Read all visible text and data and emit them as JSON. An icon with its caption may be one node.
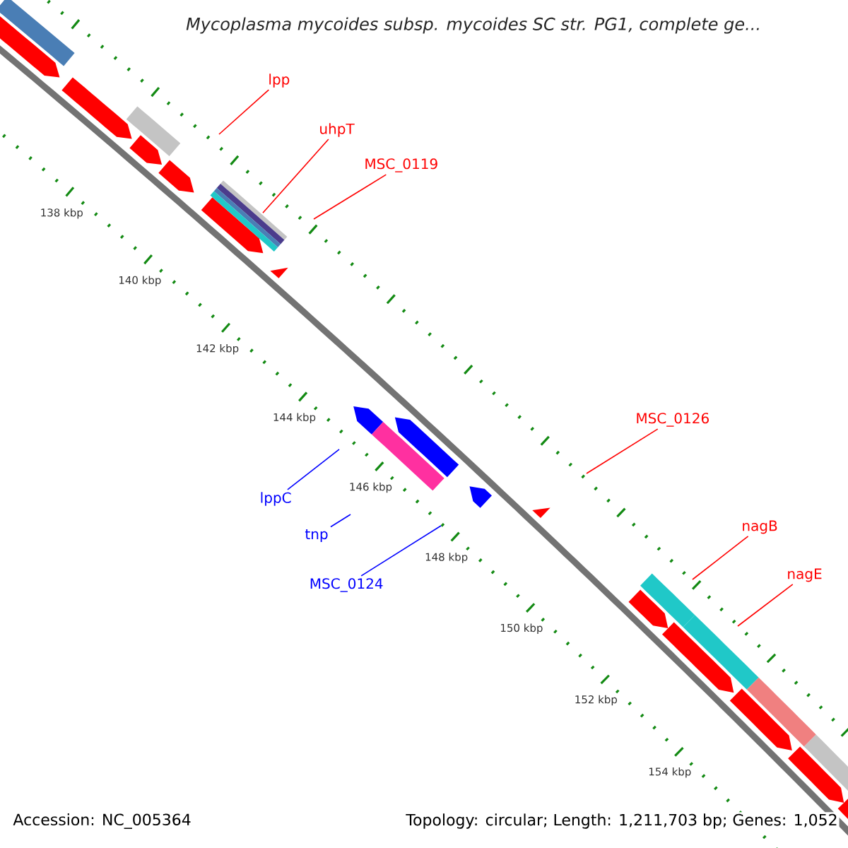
{
  "diagram": {
    "title": "Mycoplasma mycoides subsp. mycoides SC str. PG1, complete ge...",
    "nodes": [
      {
        "text": [
          "lpp"
        ]
      },
      {
        "text": [
          "uhpT"
        ]
      },
      {
        "text": [
          "MSC_0119"
        ]
      },
      {
        "text": [
          "MSC_0126"
        ]
      },
      {
        "text": [
          "lppC"
        ]
      },
      {
        "text": [
          "tnp"
        ]
      },
      {
        "text": [
          "MSC_0124"
        ]
      },
      {
        "text": [
          "nagB"
        ]
      },
      {
        "text": [
          "nagE"
        ]
      },
      {
        "text": [],
        "shape": "bar"
      }
    ],
    "edges": [
      {
        "from": 0,
        "to": null,
        "arrow": "none"
      },
      {
        "from": 1,
        "to": 9,
        "arrow": "none"
      },
      {
        "from": 2,
        "to": null,
        "arrow": "none"
      },
      {
        "from": 3,
        "to": null,
        "arrow": "none"
      },
      {
        "from": 4,
        "to": null,
        "arrow": "none",
        "color": "#0000ff"
      },
      {
        "from": 5,
        "to": null,
        "arrow": "none",
        "color": "#0000ff"
      },
      {
        "from": 6,
        "to": null,
        "arrow": "none",
        "color": "#0000ff"
      },
      {
        "from": 7,
        "to": null,
        "arrow": "none"
      },
      {
        "from": 8,
        "to": null,
        "arrow": "none"
      }
    ],
    "labels": [
      "138 kbp",
      "140 kbp",
      "142 kbp",
      "144 kbp",
      "146 kbp",
      "148 kbp",
      "150 kbp",
      "152 kbp",
      "154 kbp",
      "Accession: NC_005364",
      "Topology: circular; Length: 1,211,703 bp; Genes: 1,052"
    ]
  }
}
